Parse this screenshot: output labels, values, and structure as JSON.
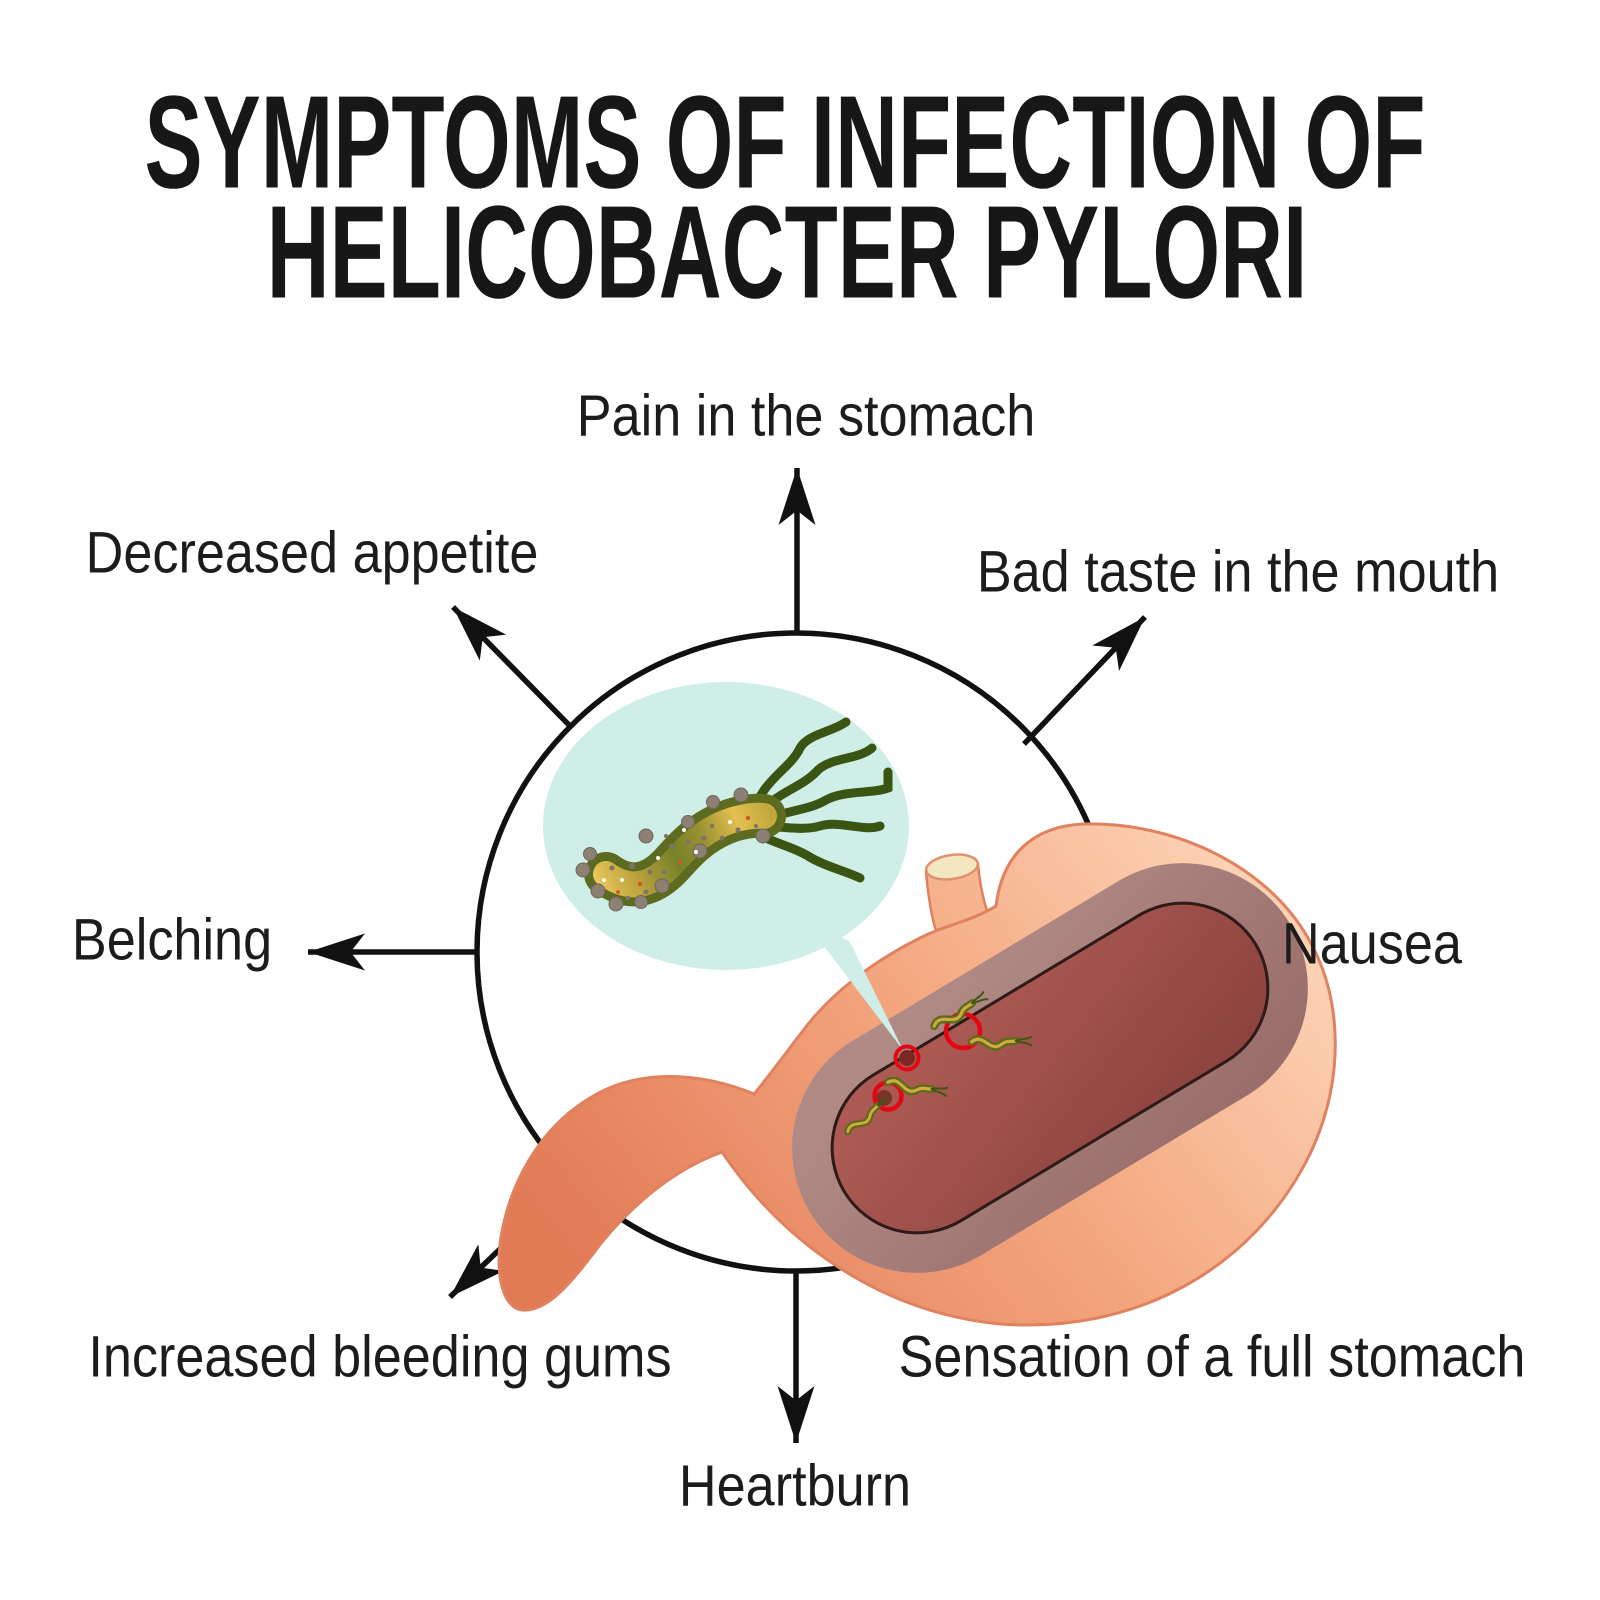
{
  "title": {
    "line1": "SYMPTOMS OF INFECTION OF",
    "line2": "HELICOBACTER PYLORI"
  },
  "symptoms": [
    {
      "id": "pain-in-the-stomach",
      "text": "Pain in the stomach",
      "direction": "up"
    },
    {
      "id": "bad-taste-in-the-mouth",
      "text": "Bad taste in the mouth",
      "direction": "up-right"
    },
    {
      "id": "nausea",
      "text": "Nausea",
      "direction": "right"
    },
    {
      "id": "sensation-of-full-stomach",
      "text": "Sensation of a full stomach",
      "direction": "down-right"
    },
    {
      "id": "heartburn",
      "text": "Heartburn",
      "direction": "down"
    },
    {
      "id": "increased-bleeding-gums",
      "text": "Increased bleeding gums",
      "direction": "down-left"
    },
    {
      "id": "belching",
      "text": "Belching",
      "direction": "left"
    },
    {
      "id": "decreased-appetite",
      "text": "Decreased appetite",
      "direction": "up-left"
    }
  ],
  "illustration": {
    "center_subject": "Helicobacter pylori bacterium magnified in bubble, infected stomach cross-section",
    "bacterium_name": "helicobacter-pylori",
    "organ_name": "stomach"
  },
  "colors": {
    "background": "#ffffff",
    "text": "#1c1c1c",
    "line": "#111111",
    "bubble_mint": "#cfeee8",
    "bacterium_green": "#5c6b1f",
    "bacterium_yellow": "#e8c455",
    "stomach_salmon": "#ef9a77",
    "stomach_highlight": "#fdd6ba",
    "mucosa_band": "#a67a77",
    "cavity_red": "#984742",
    "ulcer_ring_red": "#e30613"
  }
}
